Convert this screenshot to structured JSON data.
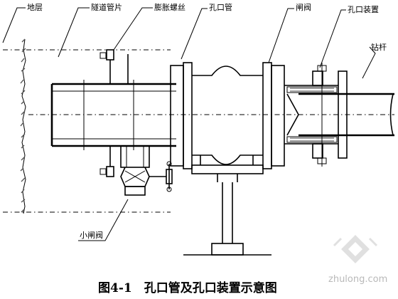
{
  "labels": {
    "stratum": "地层",
    "tunnel_segment": "隧道管片",
    "expansion_bolt": "膨胀螺丝",
    "orifice_pipe": "孔口管",
    "gate_valve": "闸阀",
    "orifice_device": "孔口装置",
    "drill_rod": "钻杆",
    "small_gate_valve": "小闸阀"
  },
  "caption": "图4-1　孔口管及孔口装置示意图",
  "watermark": "zhulong.com",
  "colors": {
    "line": "#000000",
    "hatch": "#555555",
    "watermark": "#b9b9b9",
    "background": "#ffffff"
  }
}
